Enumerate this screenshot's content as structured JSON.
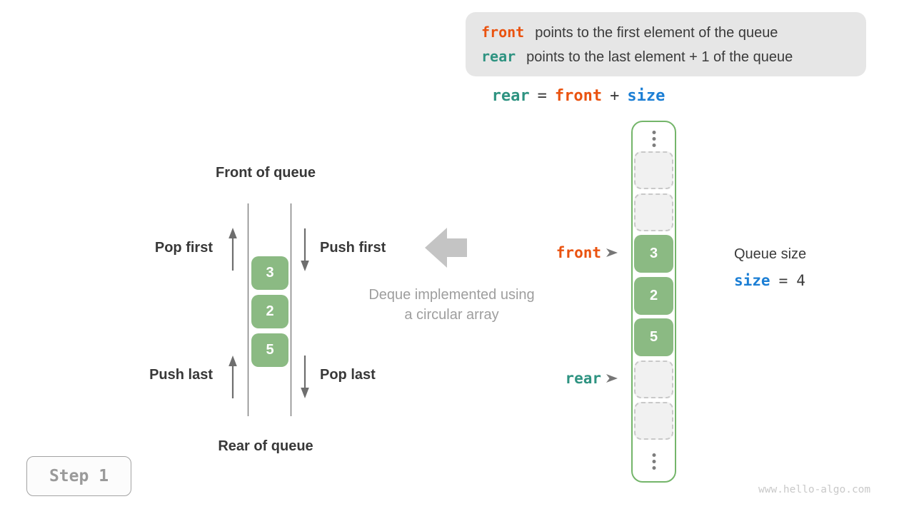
{
  "legend": {
    "line1": {
      "code": "front",
      "text": "points to the first element of the queue"
    },
    "line2": {
      "code": "rear",
      "text": "points to the last element + 1 of the queue"
    }
  },
  "formula": {
    "lhs": "rear",
    "eq": "=",
    "op1": "front",
    "plus": "+",
    "op2": "size"
  },
  "queue": {
    "front_label": "Front of queue",
    "rear_label": "Rear of queue",
    "pop_first": "Pop first",
    "push_first": "Push first",
    "push_last": "Push last",
    "pop_last": "Pop last",
    "values": [
      "3",
      "2",
      "5"
    ]
  },
  "caption": {
    "line1": "Deque implemented using",
    "line2": "a circular array"
  },
  "array": {
    "cells": [
      {
        "type": "empty"
      },
      {
        "type": "empty"
      },
      {
        "type": "filled",
        "value": "3"
      },
      {
        "type": "filled",
        "value": "2"
      },
      {
        "type": "filled",
        "value": "5"
      },
      {
        "type": "empty"
      },
      {
        "type": "empty"
      }
    ],
    "front_pointer": "front",
    "rear_pointer": "rear"
  },
  "size_panel": {
    "title": "Queue size",
    "code": "size",
    "eq": "=",
    "value": "4"
  },
  "step_badge": "Step 1",
  "watermark": "www.hello-algo.com",
  "colors": {
    "front_orange": "#ea5310",
    "rear_teal": "#2e9381",
    "size_blue": "#1c7fd5",
    "cell_green": "#8bba83",
    "array_border_green": "#74b56a",
    "legend_bg": "#e6e6e6",
    "block_arrow_gray": "#c4c4c4"
  }
}
